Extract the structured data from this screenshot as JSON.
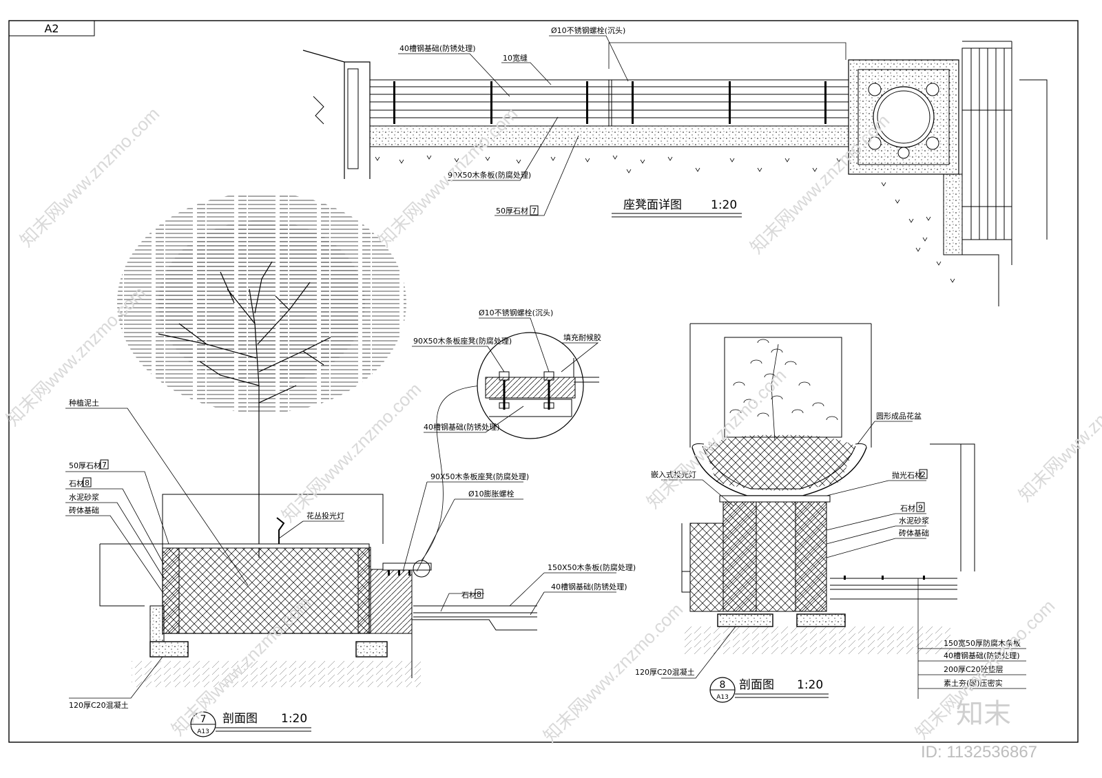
{
  "sheet": {
    "id": "A2"
  },
  "bench_plan": {
    "title": "座凳面详图",
    "scale": "1:20",
    "labels": {
      "channel": "40槽钢基础(防锈处理)",
      "gap": "10宽缝",
      "bolt": "Ø10不锈钢螺栓(沉头)",
      "wood": "90X50木条板(防腐处理)",
      "stone": "50厚石材",
      "stone_num": "7"
    }
  },
  "section7": {
    "title": "剖面图",
    "scale": "1:20",
    "num": "7",
    "ref": "A13",
    "labels": {
      "soil": "种植泥土",
      "stone50": "50厚石材",
      "stone50_num": "7",
      "stone": "石材",
      "stone_num": "8",
      "mortar": "水泥砂浆",
      "brick": "砖体基础",
      "lamp": "花丛投光灯",
      "seat": "90X50木条板座凳(防腐处理)",
      "expbolt": "Ø10膨胀螺栓",
      "deck": "150X50木条板(防腐处理)",
      "stone_b": "石材",
      "stone_b_num": "8",
      "channel": "40槽钢基础(防锈处理)",
      "concrete": "120厚C20混凝土"
    }
  },
  "detail": {
    "bolt": "Ø10不锈钢螺栓(沉头)",
    "seat": "90X50木条板座凳(防腐处理)",
    "sealant": "填充耐候胶",
    "channel": "40槽钢基础(防锈处理)"
  },
  "section8": {
    "title": "剖面图",
    "scale": "1:20",
    "num": "8",
    "ref": "A13",
    "labels": {
      "lamp": "嵌入式投光灯",
      "pot": "圆形成品花盆",
      "polished": "抛光石材",
      "polished_num": "2",
      "stone": "石材",
      "stone_num": "9",
      "mortar": "水泥砂浆",
      "brick": "砖体基础",
      "concrete": "120厚C20混凝土"
    },
    "legend": [
      "150宽50厚防腐木条板",
      "40槽钢基础(防锈处理)",
      "200厚C20砼垫层",
      "素土夯(碾)压密实"
    ]
  },
  "watermark": {
    "site": "知末网www.znzmo.com",
    "brand": "知末",
    "id": "ID: 1132536867"
  }
}
